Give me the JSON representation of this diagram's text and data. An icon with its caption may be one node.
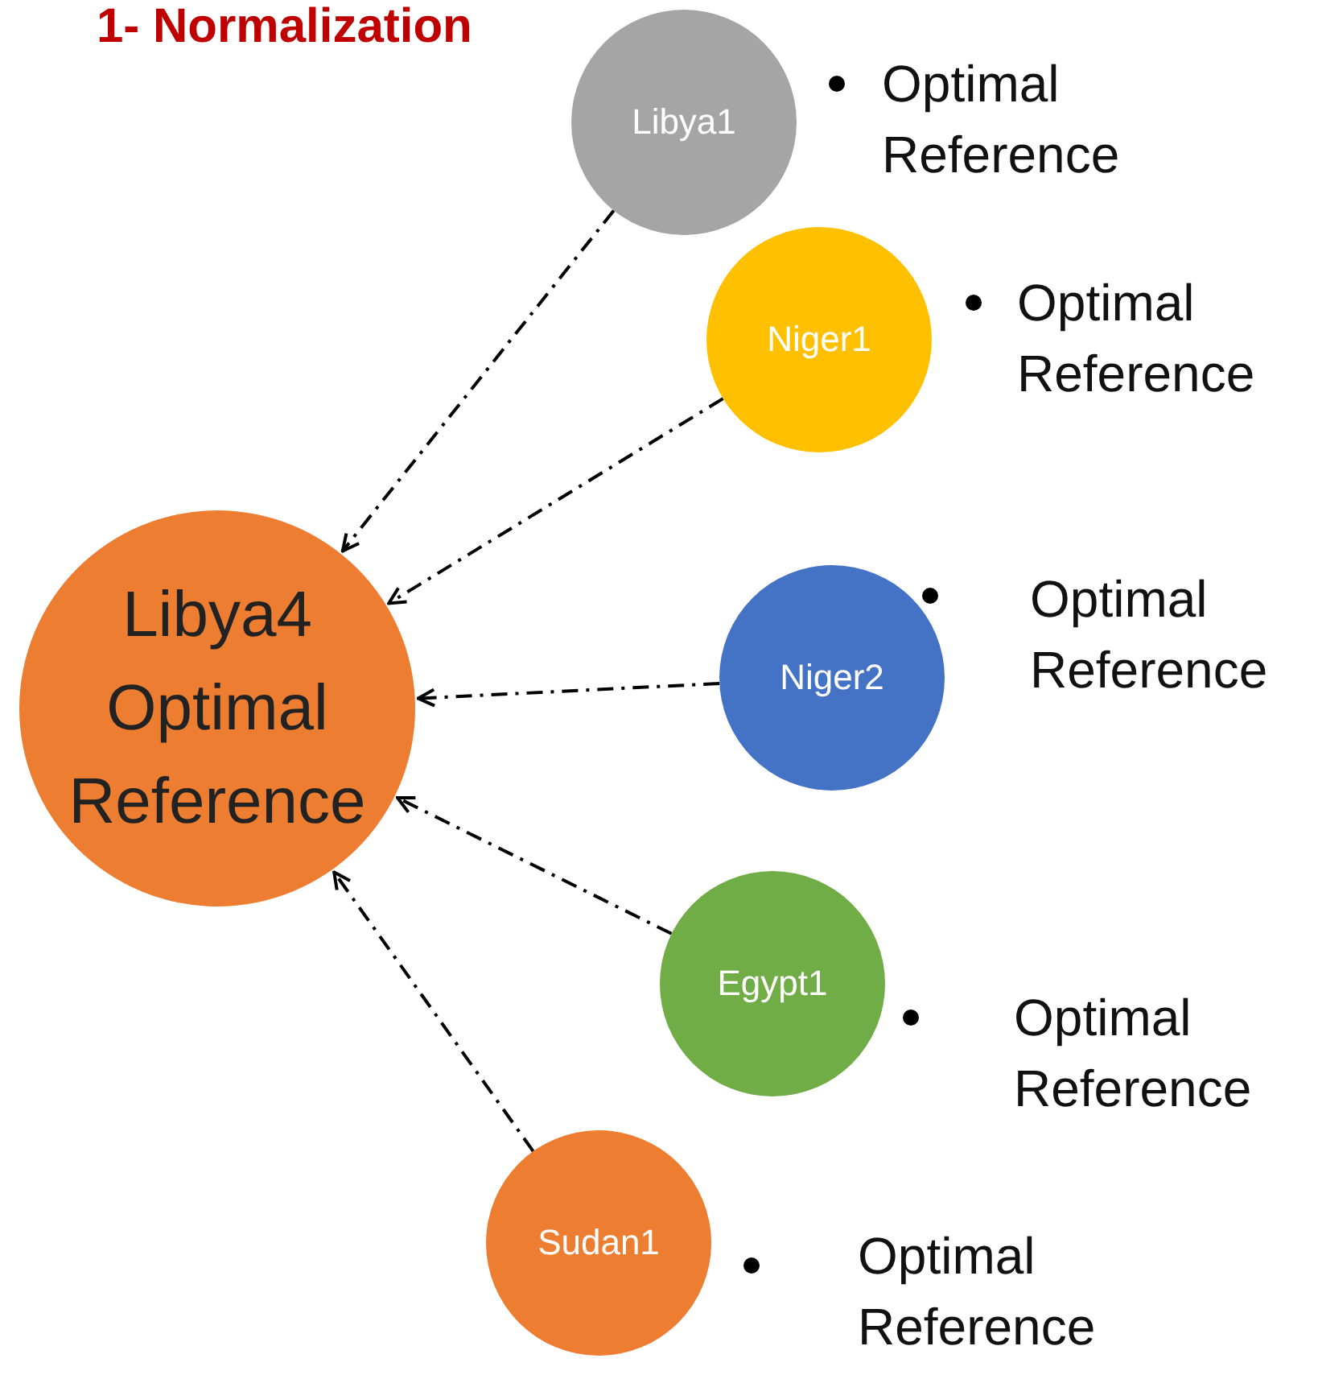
{
  "diagram": {
    "title": "1- Normalization",
    "nodes": [
      {
        "text": [
          "Libya4 Optimal Reference"
        ]
      },
      {
        "text": [
          "Libya1"
        ],
        "beside": [
          "Optimal Reference"
        ]
      },
      {
        "text": [
          "Niger1"
        ],
        "beside": [
          "Optimal Reference"
        ]
      },
      {
        "text": [
          "Niger2"
        ],
        "beside": [
          "Optimal Reference"
        ]
      },
      {
        "text": [
          "Egypt1"
        ],
        "beside": [
          "Optimal Reference"
        ]
      },
      {
        "text": [
          "Sudan1"
        ],
        "beside": [
          "Optimal Reference"
        ]
      }
    ],
    "edges": [
      {
        "from": 1,
        "to": 0,
        "arrow": "to",
        "style": "dashed"
      },
      {
        "from": 2,
        "to": 0,
        "arrow": "to",
        "style": "dashed"
      },
      {
        "from": 3,
        "to": 0,
        "arrow": "to",
        "style": "dashed"
      },
      {
        "from": 4,
        "to": 0,
        "arrow": "to",
        "style": "dashed"
      },
      {
        "from": 5,
        "to": 0,
        "arrow": "to",
        "style": "dashed"
      }
    ]
  }
}
